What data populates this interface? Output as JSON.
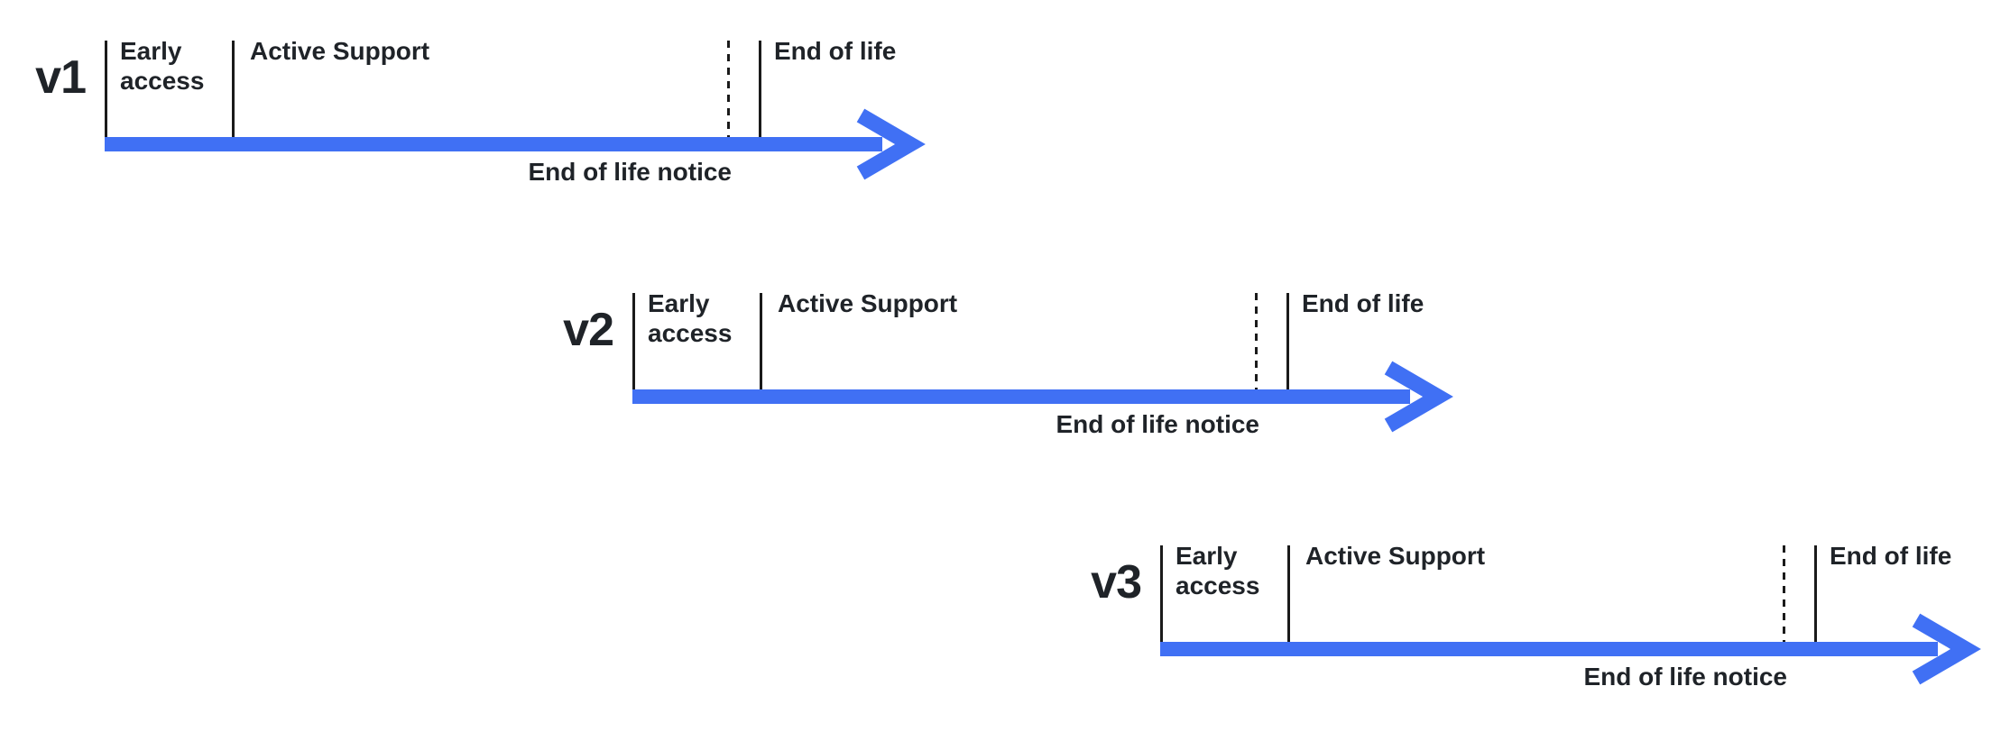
{
  "diagram": {
    "colors": {
      "arrow_blue": "#4070F4",
      "line_black": "#1A1A1A",
      "text": "#1F2328",
      "background": "#FFFFFF"
    },
    "timelines": [
      {
        "version": "v1",
        "labels": {
          "early_access": "Early access",
          "active_support": "Active Support",
          "end_of_life": "End of life",
          "end_of_life_notice": "End of life notice"
        }
      },
      {
        "version": "v2",
        "labels": {
          "early_access": "Early access",
          "active_support": "Active Support",
          "end_of_life": "End of life",
          "end_of_life_notice": "End of life notice"
        }
      },
      {
        "version": "v3",
        "labels": {
          "early_access": "Early access",
          "active_support": "Active Support",
          "end_of_life": "End of life",
          "end_of_life_notice": "End of life notice"
        }
      }
    ]
  }
}
